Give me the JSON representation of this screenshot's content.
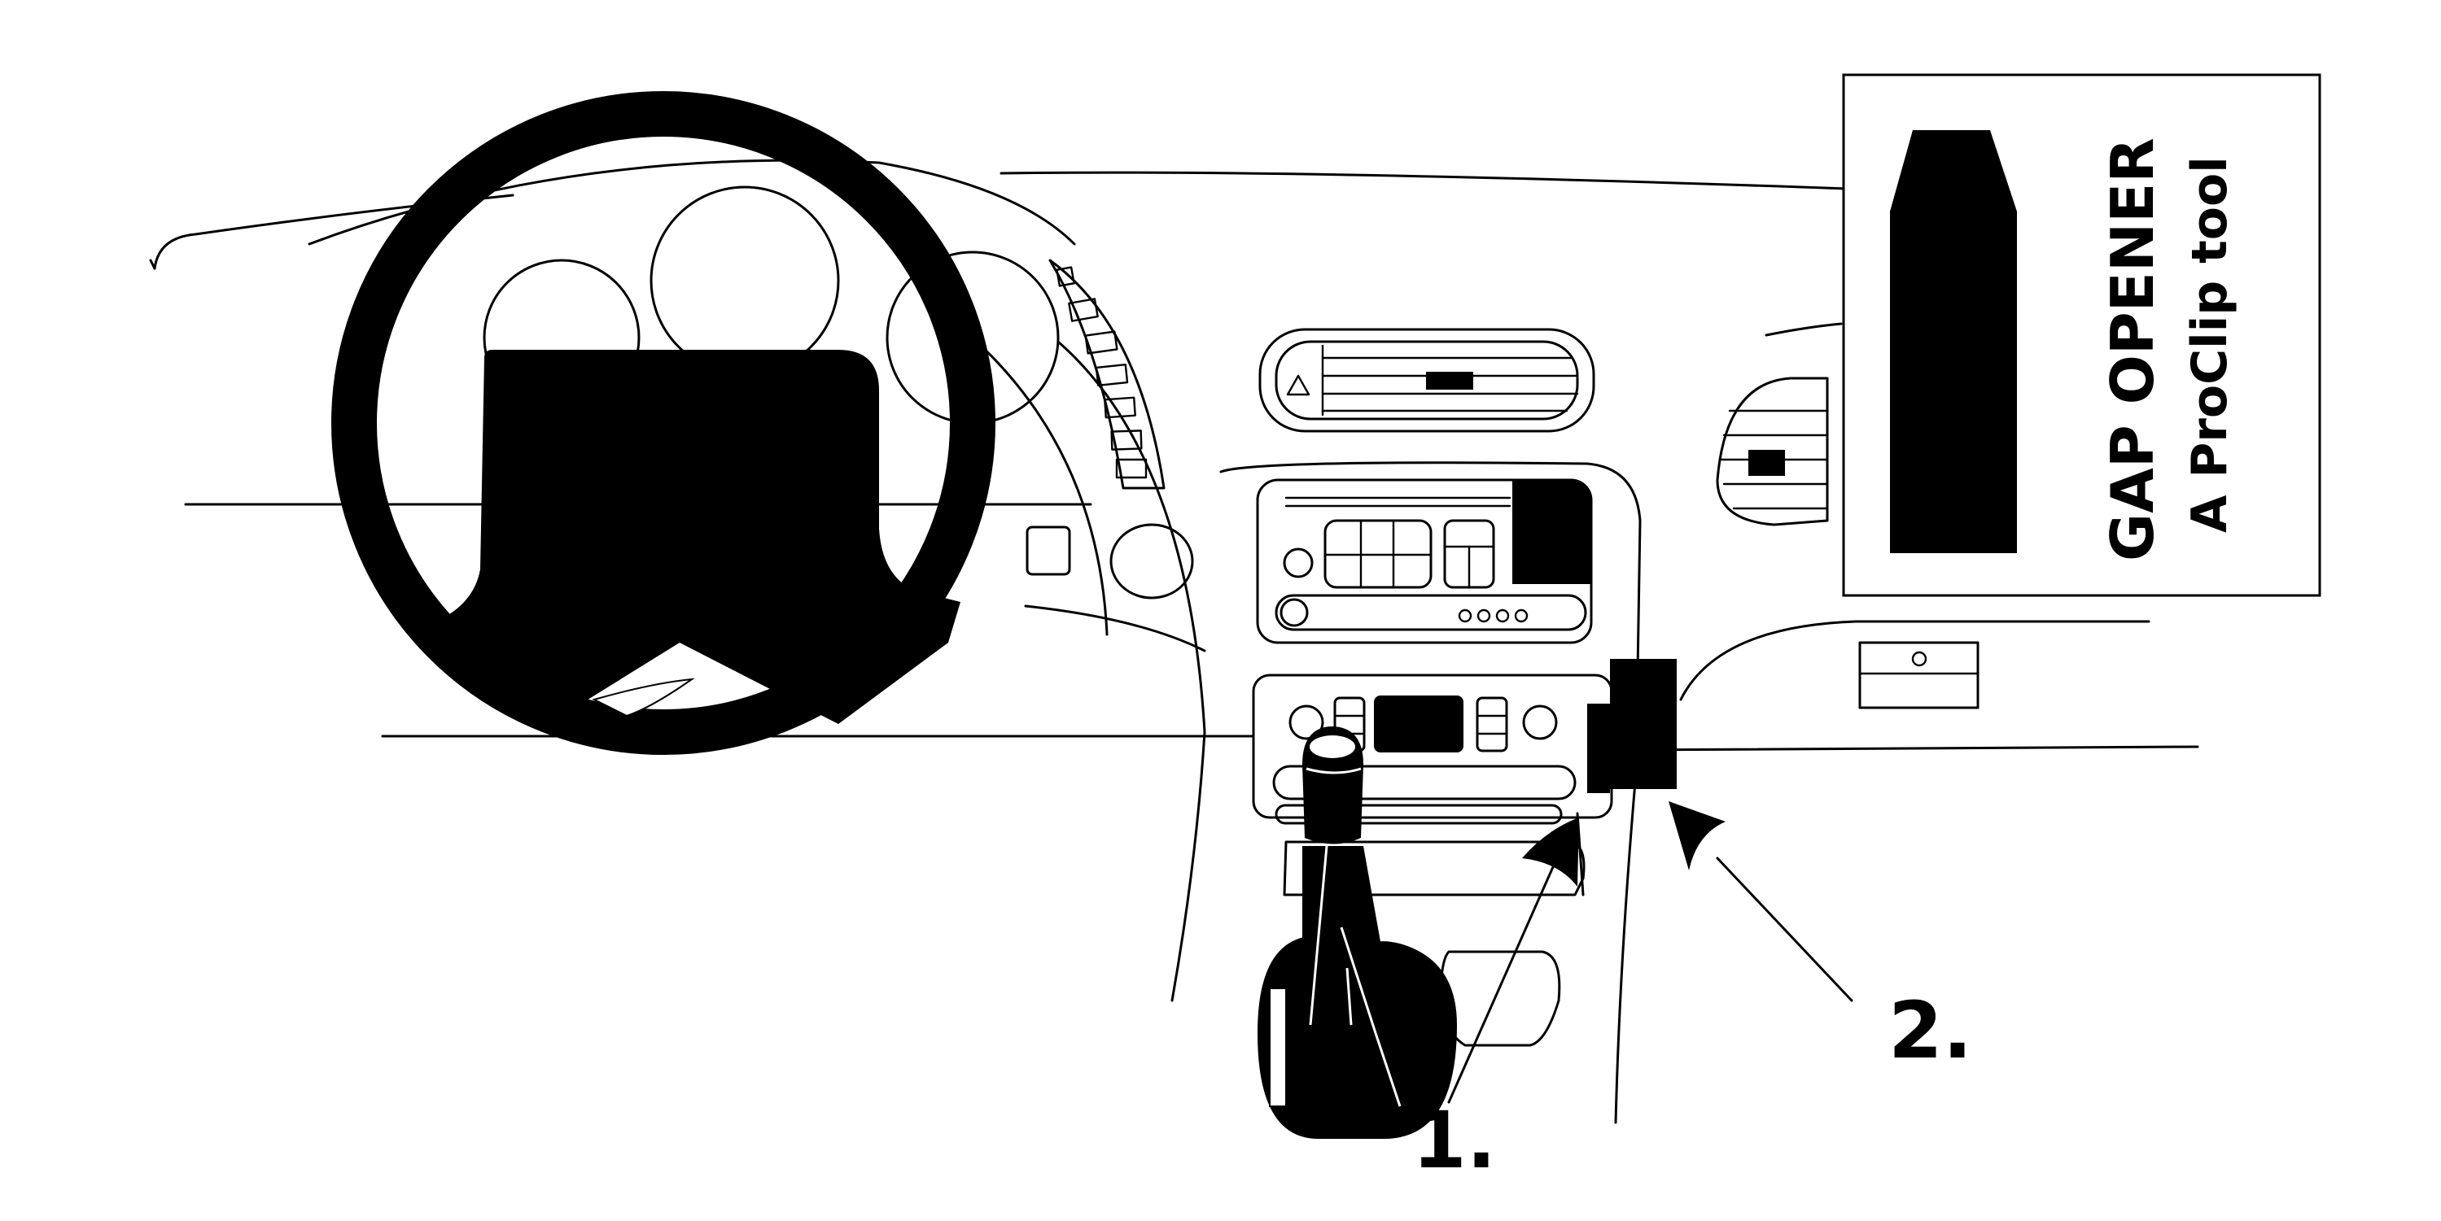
{
  "diagram": {
    "inset": {
      "title": "GAP OPENER",
      "subtitle": "A ProClip tool"
    },
    "callouts": [
      {
        "id": "1",
        "label": "1."
      },
      {
        "id": "2",
        "label": "2."
      }
    ]
  }
}
